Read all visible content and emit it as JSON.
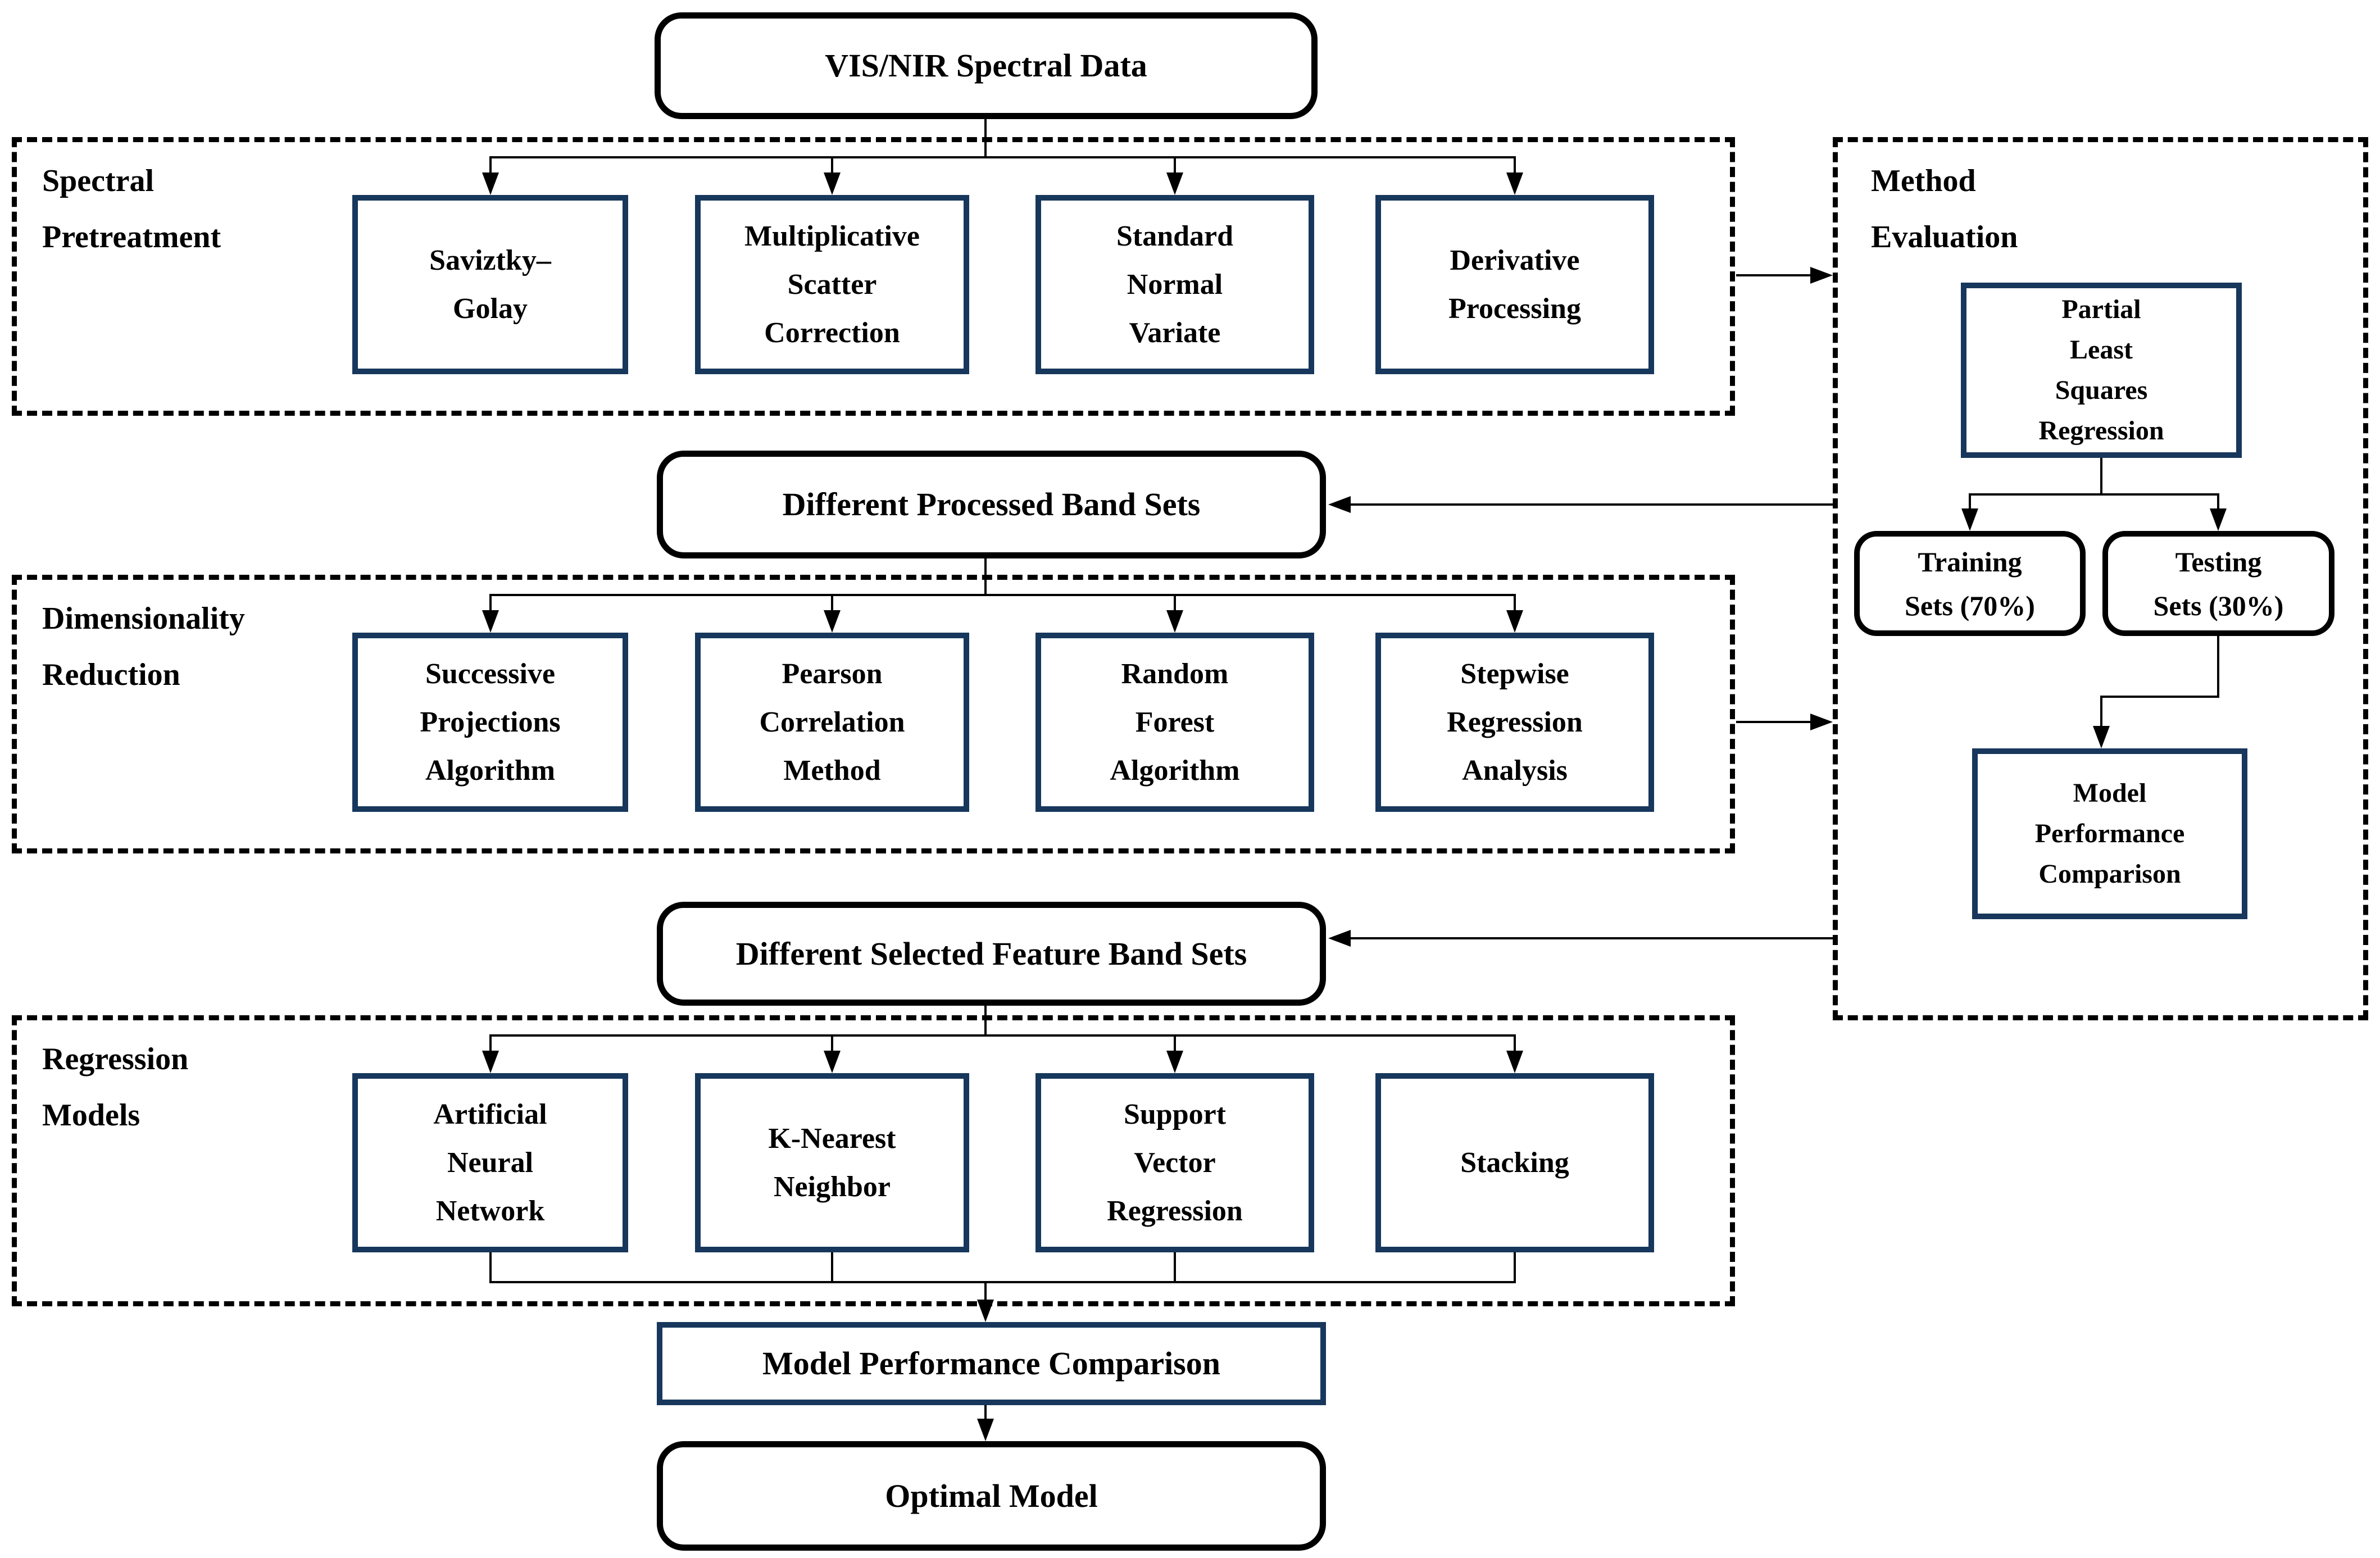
{
  "nodes": {
    "vis_nir": "VIS/NIR Spectral Data",
    "processed_band_sets": "Different Processed Band Sets",
    "selected_feature_band_sets": "Different Selected Feature Band Sets",
    "model_performance_comparison": "Model Performance Comparison",
    "optimal_model": "Optimal Model"
  },
  "sections": {
    "spectral_pretreatment": {
      "label": "Spectral\nPretreatment",
      "boxes": [
        "Saviztky–\nGolay",
        "Multiplicative\nScatter\nCorrection",
        "Standard\nNormal\nVariate",
        "Derivative\nProcessing"
      ]
    },
    "dimensionality_reduction": {
      "label": "Dimensionality\nReduction",
      "boxes": [
        "Successive\nProjections\nAlgorithm",
        "Pearson\nCorrelation\nMethod",
        "Random\nForest\nAlgorithm",
        "Stepwise\nRegression\nAnalysis"
      ]
    },
    "regression_models": {
      "label": "Regression\nModels",
      "boxes": [
        "Artificial\nNeural\nNetwork",
        "K-Nearest\nNeighbor",
        "Support\nVector\nRegression",
        "Stacking"
      ]
    },
    "method_evaluation": {
      "label": "Method\nEvaluation",
      "plsr": "Partial\nLeast\nSquares\nRegression",
      "training": "Training\nSets (70%)",
      "testing": "Testing\nSets (30%)",
      "comparison": "Model\nPerformance\nComparison"
    }
  },
  "colors": {
    "box_border": "#17375c",
    "line": "#000000",
    "background": "#ffffff"
  }
}
